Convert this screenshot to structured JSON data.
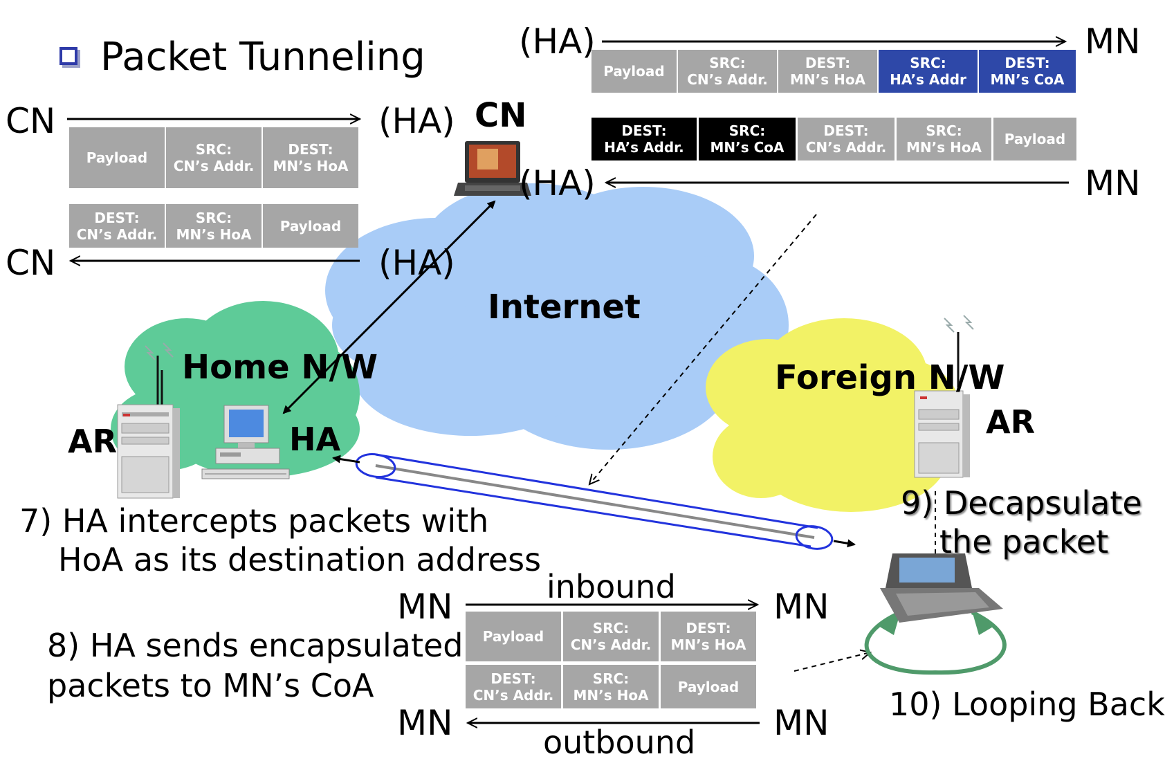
{
  "title": "Packet Tunneling",
  "colors": {
    "internet_cloud": "#a9ccf7",
    "home_cloud": "#5ecb98",
    "foreign_cloud": "#f2f266",
    "tunnel": "#2233dd",
    "loop": "#4f9a6a",
    "gray_cell": "#a6a6a6",
    "blue_cell": "#2e48a8",
    "black_cell": "#000000"
  },
  "clouds": {
    "internet": "Internet",
    "home": "Home N/W",
    "foreign": "Foreign N/W"
  },
  "nodes": {
    "cn": "CN",
    "ha": "HA",
    "ar_home": "AR",
    "ar_foreign": "AR"
  },
  "flow_cn": {
    "top_from": "CN",
    "top_to": "(HA)",
    "bottom_to": "CN",
    "bottom_from": "(HA)",
    "packet_top": [
      "Payload",
      "SRC:\nCN’s Addr.",
      "DEST:\nMN’s HoA"
    ],
    "packet_bottom": [
      "DEST:\nCN’s Addr.",
      "SRC:\nMN’s HoA",
      "Payload"
    ]
  },
  "flow_ha_mn": {
    "top_from": "(HA)",
    "top_to": "MN",
    "bottom_to": "(HA)",
    "bottom_from": "MN",
    "packet_top": [
      "Payload",
      "SRC:\nCN’s Addr.",
      "DEST:\nMN’s HoA",
      "SRC:\nHA’s Addr",
      "DEST:\nMN’s CoA"
    ],
    "packet_bottom": [
      "DEST:\nHA’s Addr.",
      "SRC:\nMN’s CoA",
      "DEST:\nCN’s Addr.",
      "SRC:\nMN’s HoA",
      "Payload"
    ]
  },
  "flow_mn": {
    "top_from": "MN",
    "top_to": "MN",
    "top_label": "inbound",
    "bottom_to": "MN",
    "bottom_from": "MN",
    "bottom_label": "outbound",
    "packet_top": [
      "Payload",
      "SRC:\nCN’s Addr.",
      "DEST:\nMN’s HoA"
    ],
    "packet_bottom": [
      "DEST:\nCN’s Addr.",
      "SRC:\nMN’s HoA",
      "Payload"
    ]
  },
  "steps": {
    "step7_line1": "7) HA intercepts packets with",
    "step7_line2": "HoA as its destination address",
    "step8_line1": "8) HA sends encapsulated",
    "step8_line2": "packets to MN’s CoA",
    "step9_line1": "9) Decapsulate",
    "step9_line2": "the packet",
    "step10": "10) Looping Back"
  }
}
